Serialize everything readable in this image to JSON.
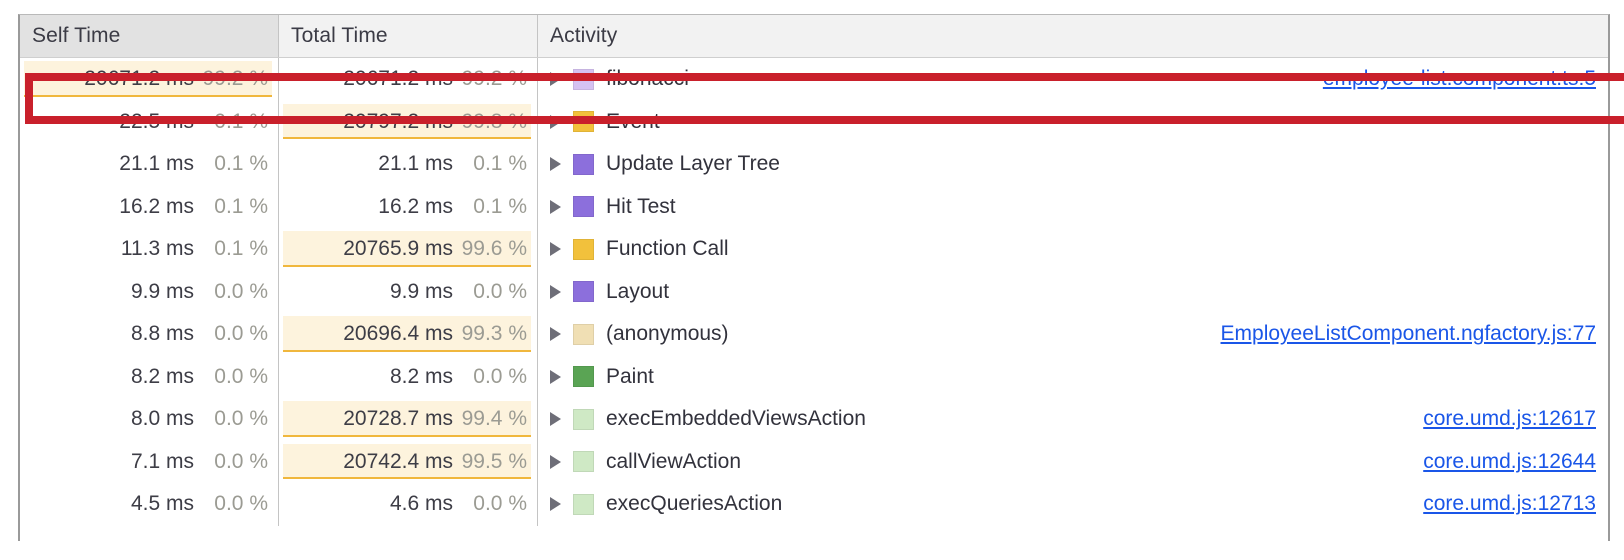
{
  "table": {
    "columns": [
      {
        "key": "self_time",
        "label": "Self Time"
      },
      {
        "key": "total_time",
        "label": "Total Time"
      },
      {
        "key": "activity",
        "label": "Activity"
      }
    ],
    "rows": [
      {
        "self_ms": "20671.2 ms",
        "self_pct": "99.2 %",
        "self_bar": 100,
        "total_ms": "20671.2 ms",
        "total_pct": "99.2 %",
        "total_bar": 0,
        "activity": "fibonacci",
        "swatch": "#d5c2f2",
        "swatch_name": "scripting-light-swatch",
        "source": "employee-list.component.ts:5",
        "highlighted": true
      },
      {
        "self_ms": "22.5 ms",
        "self_pct": "0.1 %",
        "self_bar": 0,
        "total_ms": "20797.2 ms",
        "total_pct": "99.8 %",
        "total_bar": 100,
        "activity": "Event",
        "swatch": "#f2c13c",
        "swatch_name": "scripting-swatch",
        "source": "",
        "highlighted": false
      },
      {
        "self_ms": "21.1 ms",
        "self_pct": "0.1 %",
        "self_bar": 0,
        "total_ms": "21.1 ms",
        "total_pct": "0.1 %",
        "total_bar": 0,
        "activity": "Update Layer Tree",
        "swatch": "#8c6fdc",
        "swatch_name": "rendering-swatch",
        "source": "",
        "highlighted": false
      },
      {
        "self_ms": "16.2 ms",
        "self_pct": "0.1 %",
        "self_bar": 0,
        "total_ms": "16.2 ms",
        "total_pct": "0.1 %",
        "total_bar": 0,
        "activity": "Hit Test",
        "swatch": "#8c6fdc",
        "swatch_name": "rendering-swatch",
        "source": "",
        "highlighted": false
      },
      {
        "self_ms": "11.3 ms",
        "self_pct": "0.1 %",
        "self_bar": 0,
        "total_ms": "20765.9 ms",
        "total_pct": "99.6 %",
        "total_bar": 100,
        "activity": "Function Call",
        "swatch": "#f2c13c",
        "swatch_name": "scripting-swatch",
        "source": "",
        "highlighted": false
      },
      {
        "self_ms": "9.9 ms",
        "self_pct": "0.0 %",
        "self_bar": 0,
        "total_ms": "9.9 ms",
        "total_pct": "0.0 %",
        "total_bar": 0,
        "activity": "Layout",
        "swatch": "#8c6fdc",
        "swatch_name": "rendering-swatch",
        "source": "",
        "highlighted": false
      },
      {
        "self_ms": "8.8 ms",
        "self_pct": "0.0 %",
        "self_bar": 0,
        "total_ms": "20696.4 ms",
        "total_pct": "99.3 %",
        "total_bar": 100,
        "activity": "(anonymous)",
        "swatch": "#f0dfb4",
        "swatch_name": "scripting-light-swatch",
        "source": "EmployeeListComponent.ngfactory.js:77",
        "highlighted": false
      },
      {
        "self_ms": "8.2 ms",
        "self_pct": "0.0 %",
        "self_bar": 0,
        "total_ms": "8.2 ms",
        "total_pct": "0.0 %",
        "total_bar": 0,
        "activity": "Paint",
        "swatch": "#5aa454",
        "swatch_name": "painting-swatch",
        "source": "",
        "highlighted": false
      },
      {
        "self_ms": "8.0 ms",
        "self_pct": "0.0 %",
        "self_bar": 0,
        "total_ms": "20728.7 ms",
        "total_pct": "99.4 %",
        "total_bar": 100,
        "activity": "execEmbeddedViewsAction",
        "swatch": "#cfe9c5",
        "swatch_name": "painting-light-swatch",
        "source": "core.umd.js:12617",
        "highlighted": false
      },
      {
        "self_ms": "7.1 ms",
        "self_pct": "0.0 %",
        "self_bar": 0,
        "total_ms": "20742.4 ms",
        "total_pct": "99.5 %",
        "total_bar": 100,
        "activity": "callViewAction",
        "swatch": "#cfe9c5",
        "swatch_name": "painting-light-swatch",
        "source": "core.umd.js:12644",
        "highlighted": false
      },
      {
        "self_ms": "4.5 ms",
        "self_pct": "0.0 %",
        "self_bar": 0,
        "total_ms": "4.6 ms",
        "total_pct": "0.0 %",
        "total_bar": 0,
        "activity": "execQueriesAction",
        "swatch": "#cfe9c5",
        "swatch_name": "painting-light-swatch",
        "source": "core.umd.js:12713",
        "highlighted": false
      }
    ]
  },
  "annotation": {
    "highlight_color": "#c9202b",
    "highlight_row_index": 0
  },
  "icons": {
    "expand_triangle": "disclosure-triangle-right"
  }
}
